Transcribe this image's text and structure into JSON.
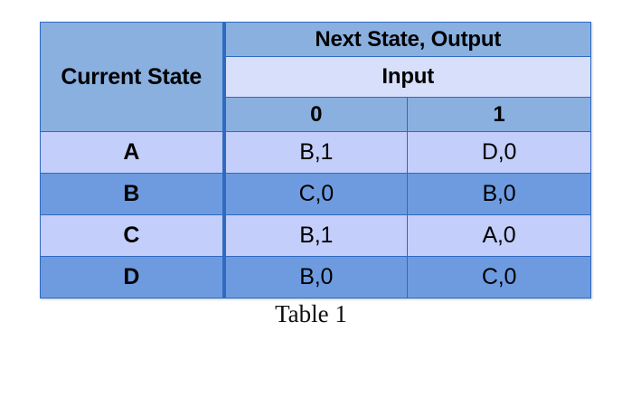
{
  "figure": {
    "caption": "Table 1"
  },
  "table": {
    "corner_header": "Current State",
    "top_header": "Next State, Output",
    "sub_header": "Input",
    "input_columns": [
      "0",
      "1"
    ],
    "rows": [
      {
        "state": "A",
        "on_0": "B,1",
        "on_1": "D,0"
      },
      {
        "state": "B",
        "on_0": "C,0",
        "on_1": "B,0"
      },
      {
        "state": "C",
        "on_0": "B,1",
        "on_1": "A,0"
      },
      {
        "state": "D",
        "on_0": "B,0",
        "on_1": "C,0"
      }
    ]
  },
  "colors": {
    "fill_medium": "#8ab0e0",
    "fill_pale": "#d7dffa",
    "fill_light": "#c3cefa",
    "fill_dark": "#6e9be0",
    "border": "#2f6ac0",
    "page_background": "#ffffff",
    "text": "#000000"
  }
}
